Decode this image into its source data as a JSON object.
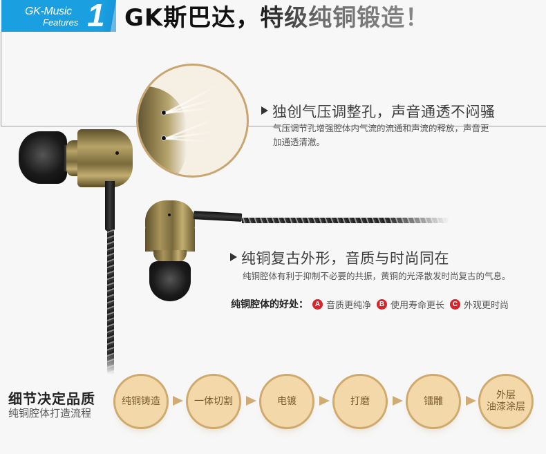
{
  "badge": {
    "line1": "GK-Music",
    "line2": "Features",
    "number": "1",
    "color": "#1a9fe0"
  },
  "headline": {
    "part1": "GK斯巴达，",
    "part2": "特级纯铜锻造！"
  },
  "features": [
    {
      "icon": "triangle-right-icon",
      "title": "独创气压调整孔，声音通透不闷骚",
      "description_line1": "气压调节孔增强腔体内气流的流通和声流的释放，声音更",
      "description_line2": "加通透清澈。"
    },
    {
      "icon": "triangle-right-icon",
      "title": "纯铜复古外形，音质与时尚同在",
      "description": "纯铜腔体有利于抑制不必要的共振，黄铜的光泽散发时尚复古的气息。"
    }
  ],
  "benefits": {
    "label": "纯铜腔体的好处：",
    "items": [
      {
        "badge": "A",
        "text": "音质更纯净"
      },
      {
        "badge": "B",
        "text": "使用寿命更长"
      },
      {
        "badge": "C",
        "text": "外观更时尚"
      }
    ],
    "badge_color": "#d8232a"
  },
  "process": {
    "title": "细节决定品质",
    "subtitle": "纯铜腔体打造流程",
    "steps": [
      {
        "label": "纯铜铸造"
      },
      {
        "label": "一体切割"
      },
      {
        "label": "电镀"
      },
      {
        "label": "打磨"
      },
      {
        "label": "镭雕"
      },
      {
        "label_line1": "外层",
        "label_line2": "油漆涂层"
      }
    ],
    "circle_fill": "#f3d9a9",
    "circle_border": "#cfa96e",
    "text_color": "#7a5a30"
  }
}
